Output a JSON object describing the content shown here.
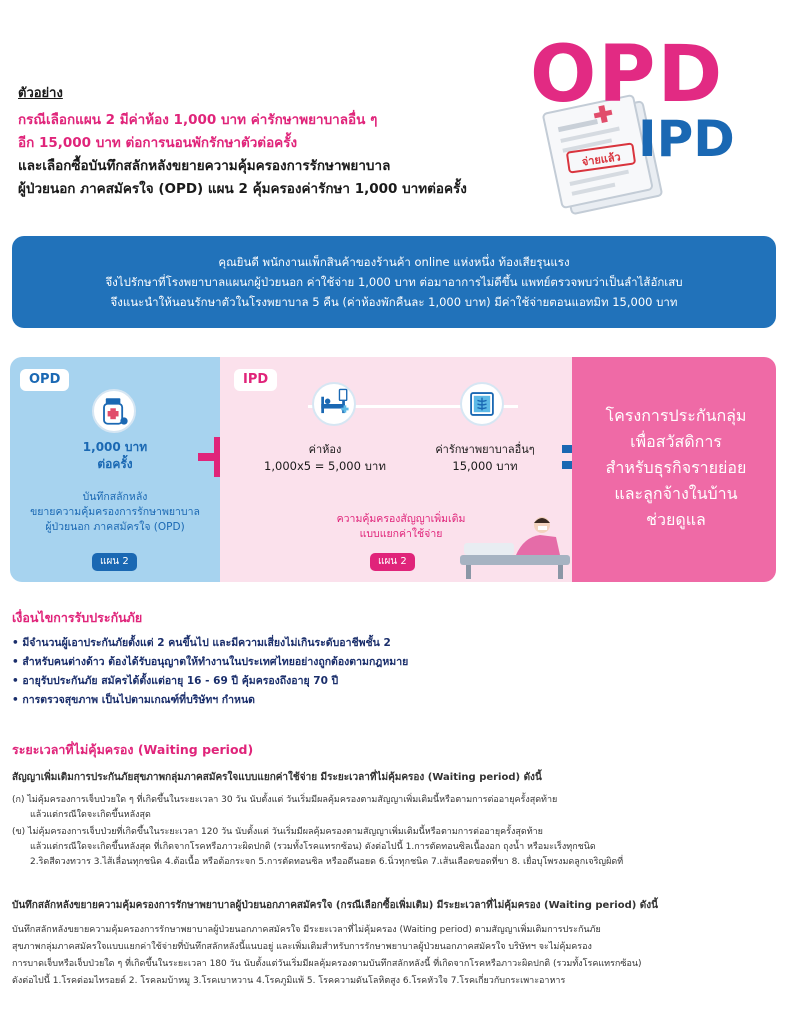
{
  "example": {
    "title": "ตัวอย่าง",
    "line1": "กรณีเลือกแผน 2 มีค่าห้อง 1,000 บาท ค่ารักษาพยาบาลอื่น ๆ",
    "line2": "อีก 15,000 บาท ต่อการนอนพักรักษาตัวต่อครั้ง",
    "line3": "และเลือกซื้อบันทึกสลักหลังขยายความคุ้มครองการรักษาพยาบาล",
    "line4": "ผู้ป่วยนอก ภาคสมัครใจ (OPD) แผน 2 คุ้มครองค่ารักษา 1,000 บาทต่อครั้ง"
  },
  "hero": {
    "opd": "OPD",
    "ipd": "IPD",
    "stamp": "จ่ายแล้ว"
  },
  "banner": {
    "line1": "คุณยินดี พนักงานแพ็กสินค้าของร้านค้า online แห่งหนึ่ง ท้องเสียรุนแรง",
    "line2": "จึงไปรักษาที่โรงพยาบาลแผนกผู้ป่วยนอก ค่าใช้จ่าย 1,000 บาท ต่อมาอาการไม่ดีขึ้น แพทย์ตรวจพบว่าเป็นลำไส้อักเสบ",
    "line3": "จึงแนะนำให้นอนรักษาตัวในโรงพยาบาล 5 คืน (ค่าห้องพักคืนละ 1,000 บาท) มีค่าใช้จ่ายตอนแอทมิท 15,000 บาท"
  },
  "panel": {
    "opd_tag": "OPD",
    "opd_value_1": "1,000 บาท",
    "opd_value_2": "ต่อครั้ง",
    "opd_note_1": "บันทึกสลักหลัง",
    "opd_note_2": "ขยายความคุ้มครองการรักษาพยาบาล",
    "opd_note_3": "ผู้ป่วยนอก ภาคสมัครใจ (OPD)",
    "opd_plan": "แผน 2",
    "ipd_tag": "IPD",
    "room_label": "ค่าห้อง",
    "room_value": "1,000x5 = 5,000 บาท",
    "other_label": "ค่ารักษาพยาบาลอื่นๆ",
    "other_value": "15,000 บาท",
    "ipd_note_1": "ความคุ้มครองสัญญาเพิ่มเติม",
    "ipd_note_2": "แบบแยกค่าใช้จ่าย",
    "ipd_plan": "แผน 2",
    "result_1": "โครงการประกันกลุ่ม",
    "result_2": "เพื่อสวัสดิการ",
    "result_3": "สำหรับธุรกิจรายย่อย",
    "result_4": "และลูกจ้างในบ้าน",
    "result_5": "ช่วยดูแล"
  },
  "conditions": {
    "title": "เงื่อนไขการรับประกันภัย",
    "items": [
      "มีจำนวนผู้เอาประกันภัยตั้งแต่ 2 คนขึ้นไป และมีความเสี่ยงไม่เกินระดับอาชีพชั้น 2",
      "สำหรับคนต่างด้าว ต้องได้รับอนุญาตให้ทำงานในประเทศไทยอย่างถูกต้องตามกฎหมาย",
      "อายุรับประกันภัย สมัครได้ตั้งแต่อายุ 16 - 69 ปี คุ้มครองถึงอายุ 70 ปี",
      "การตรวจสุขภาพ เป็นไปตามเกณฑ์ที่บริษัทฯ กำหนด"
    ]
  },
  "waiting": {
    "title": "ระยะเวลาที่ไม่คุ้มครอง (Waiting period)",
    "intro": "สัญญาเพิ่มเติมการประกันภัยสุขภาพกลุ่มภาคสมัครใจแบบแยกค่าใช้จ่าย มีระยะเวลาที่ไม่คุ้มครอง (Waiting period) ดังนี้",
    "a_1": "(ก) ไม่คุ้มครองการเจ็บป่วยใด ๆ ที่เกิดขึ้นในระยะเวลา 30 วัน นับตั้งแต่ วันเริ่มมีผลคุ้มครองตามสัญญาเพิ่มเติมนี้หรือตามการต่ออายุครั้งสุดท้าย",
    "a_2": "แล้วแต่กรณีใดจะเกิดขึ้นหลังสุด",
    "b_1": "(ข) ไม่คุ้มครองการเจ็บป่วยที่เกิดขึ้นในระยะเวลา 120 วัน นับตั้งแต่ วันเริ่มมีผลคุ้มครองตามสัญญาเพิ่มเติมนี้หรือตามการต่ออายุครั้งสุดท้าย",
    "b_2": "แล้วแต่กรณีใดจะเกิดขึ้นหลังสุด ที่เกิดจากโรคหรือภาวะผิดปกติ (รวมทั้งโรคแทรกซ้อน) ดังต่อไปนี้ 1.การตัดทอนซิลเนื้องอก ถุงน้ำ หรือมะเร็งทุกชนิด",
    "b_3": "2.ริดสีดวงทวาร 3.ไส้เลื่อนทุกชนิด 4.ต้อเนื้อ หรือต้อกระจก 5.การตัดทอนซิล หรืออดีนอยด 6.นิ่วทุกชนิด 7.เส้นเลือดขอดที่ขา 8. เยื่อบุโพรงมดลูกเจริญผิดที่"
  },
  "rider": {
    "title": "บันทึกสลักหลังขยายความคุ้มครองการรักษาพยาบาลผู้ป่วยนอกภาคสมัครใจ (กรณีเลือกซื้อเพิ่มเติม) มีระยะเวลาที่ไม่คุ้มครอง (Waiting period) ดังนี้",
    "line1": "บันทึกสลักหลังขยายความคุ้มครองการรักษาพยาบาลผู้ป่วยนอกภาคสมัครใจ มีระยะเวลาที่ไม่คุ้มครอง (Waiting period) ตามสัญญาเพิ่มเติมการประกันภัย",
    "line2": "สุขภาพกลุ่มภาคสมัครใจแบบแยกค่าใช้จ่ายที่บันทึกสลักหลังนี้แนบอยู่ และเพิ่มเติมสำหรับการรักษาพยาบาลผู้ป่วยนอกภาคสมัครใจ บริษัทฯ จะไม่คุ้มครอง",
    "line3": "การบาดเจ็บหรือเจ็บป่วยใด ๆ ที่เกิดขึ้นในระยะเวลา 180 วัน นับตั้งแต่วันเริ่มมีผลคุ้มครองตามบันทึกสลักหลังนี้ ที่เกิดจากโรคหรือภาวะผิดปกติ (รวมทั้งโรคแทรกซ้อน)",
    "line4": "ดังต่อไปนี้ 1.โรคต่อมไทรอยด์ 2. โรคลมบ้าหมู 3.โรคเบาหวาน  4.โรคภูมิแพ้ 5. โรคความดันโลหิตสูง 6.โรคหัวใจ 7.โรคเกี่ยวกับกระเพาะอาหาร"
  },
  "colors": {
    "pink": "#e0247a",
    "blue": "#1a68b3",
    "banner_blue": "#2172ba",
    "opd_bg": "#a7d3ef",
    "ipd_bg": "#fbe1ec",
    "result_bg": "#ef6aa6"
  }
}
